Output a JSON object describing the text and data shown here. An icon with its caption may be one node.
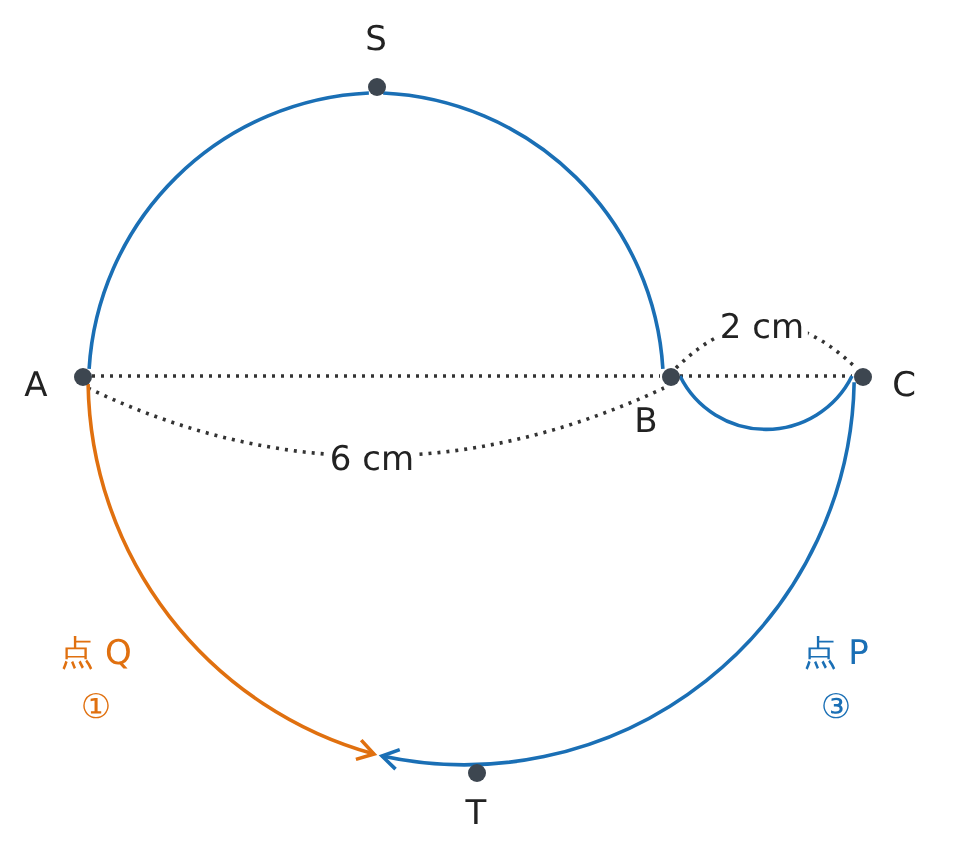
{
  "diagram": {
    "nodes": [
      {
        "text": [
          "S"
        ]
      },
      {
        "text": [
          "A"
        ]
      },
      {
        "text": [
          "B"
        ]
      },
      {
        "text": [
          "C"
        ]
      },
      {
        "text": [
          "T"
        ]
      }
    ],
    "edges": [
      {
        "from": 1,
        "to": 2,
        "arrow": "none",
        "style": "dashed",
        "color": "#333333"
      },
      {
        "from": 2,
        "to": 3,
        "arrow": "none",
        "style": "dashed",
        "color": "#333333"
      },
      {
        "from": 1,
        "to": 0,
        "arrow": "none",
        "color": "#1a6fb5"
      },
      {
        "from": 0,
        "to": 2,
        "arrow": "none",
        "color": "#1a6fb5"
      },
      {
        "from": 2,
        "to": 3,
        "arrow": "none",
        "color": "#1a6fb5"
      },
      {
        "from": 3,
        "to": null,
        "arrow": "to",
        "color": "#1a6fb5"
      },
      {
        "from": 1,
        "to": null,
        "arrow": "to",
        "color": "#e0700f"
      }
    ],
    "labels": [
      "2 cm",
      "6 cm",
      "点 Q",
      "点 P",
      "①",
      "③"
    ]
  }
}
